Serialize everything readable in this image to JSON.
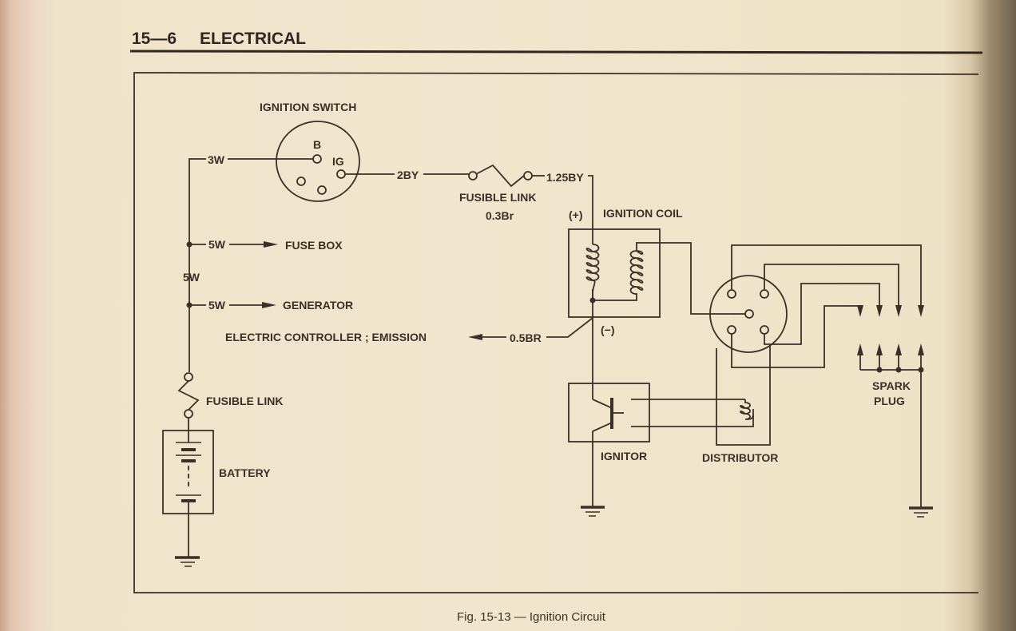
{
  "header": {
    "page_number": "15—6",
    "section_title": "ELECTRICAL"
  },
  "diagram": {
    "ignition_switch": {
      "title": "IGNITION SWITCH",
      "terminal_b": "B",
      "terminal_ig": "IG"
    },
    "wires": {
      "w_3w": "3W",
      "w_2by": "2BY",
      "w_125by": "1.25BY",
      "w_5w_fuse": "5W",
      "w_5w_vertical": "5W",
      "w_5w_gen": "5W",
      "w_05br": "0.5BR",
      "w_03br": "0.3Br"
    },
    "fusible_link_upper": "FUSIBLE LINK",
    "fusible_link_lower": "FUSIBLE LINK",
    "fuse_box": "FUSE BOX",
    "generator": "GENERATOR",
    "electric_controller": "ELECTRIC CONTROLLER ; EMISSION",
    "ignition_coil": {
      "title": "IGNITION COIL",
      "plus": "(+)",
      "minus": "(−)"
    },
    "ignitor": "IGNITOR",
    "distributor": "DISTRIBUTOR",
    "spark_plug": {
      "line1": "SPARK",
      "line2": "PLUG"
    },
    "battery": "BATTERY"
  },
  "caption": "Fig. 15-13 — Ignition Circuit"
}
